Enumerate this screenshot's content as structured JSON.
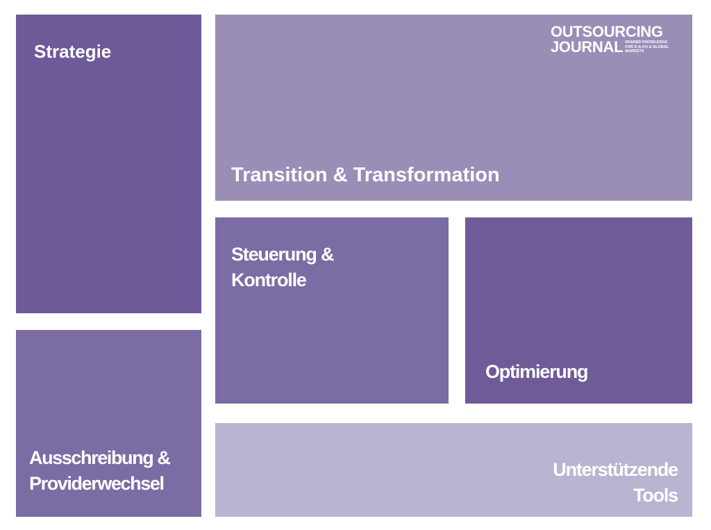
{
  "tiles": {
    "strategie": {
      "label": "Strategie",
      "color": "#6e5a98"
    },
    "transition": {
      "label": "Transition & Transformation",
      "color": "#9a8eb7"
    },
    "steuerung": {
      "label_line1": "Steuerung &",
      "label_line2": "Kontrolle",
      "color": "#7b6ca3"
    },
    "optimierung": {
      "label": "Optimierung",
      "color": "#705b99"
    },
    "ausschreibung": {
      "label_line1": "Ausschreibung &",
      "label_line2": "Providerwechsel",
      "color": "#7b6ca3"
    },
    "tools": {
      "label_line1": "Unterstützende",
      "label_line2": "Tools",
      "color": "#bab4d1"
    }
  },
  "logo": {
    "line1": "OUTSOURCING",
    "line2": "JOURNAL",
    "tagline1": "SHARED KNOWLEDGE",
    "tagline2": "FOR D-A-CH & GLOBAL",
    "tagline3": "MARKETS"
  }
}
